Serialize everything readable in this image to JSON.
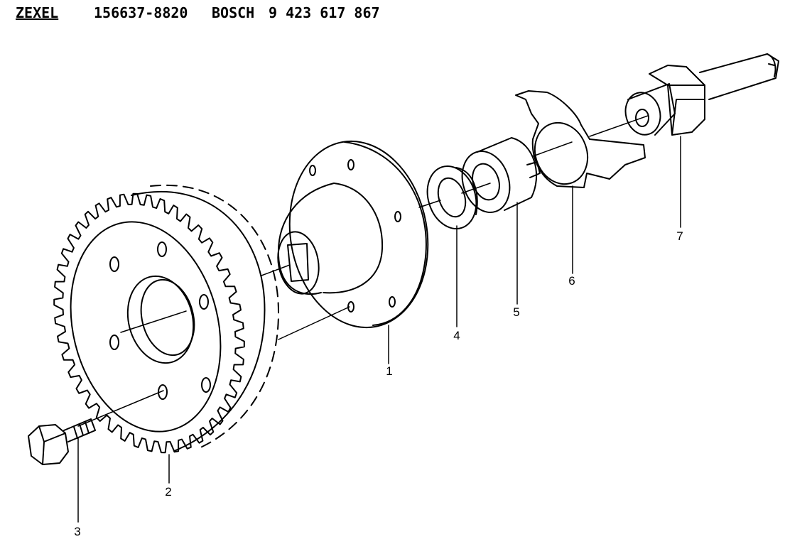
{
  "header": {
    "brand_1": "ZEXEL",
    "part_number_1": "156637-8820",
    "brand_2": "BOSCH",
    "part_number_2": "9 423 617 867"
  },
  "callouts": [
    "1",
    "2",
    "3",
    "4",
    "5",
    "6",
    "7"
  ],
  "colors": {
    "ink": "#000000",
    "paper": "#ffffff"
  }
}
